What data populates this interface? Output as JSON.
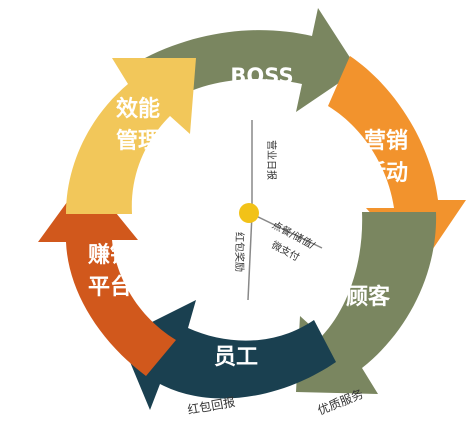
{
  "segments": [
    {
      "id": "boss",
      "lines": [
        "BOSS"
      ],
      "color": "#7a8660"
    },
    {
      "id": "marketing",
      "lines": [
        "营销",
        "活动"
      ],
      "color": "#f2932d"
    },
    {
      "id": "customer",
      "lines": [
        "顾客"
      ],
      "color": "#7a8660"
    },
    {
      "id": "staff",
      "lines": [
        "员工"
      ],
      "color": "#1a4050"
    },
    {
      "id": "earn",
      "lines": [
        "赚钱",
        "平台"
      ],
      "color": "#d1581c"
    },
    {
      "id": "efficiency",
      "lines": [
        "效能",
        "管理"
      ],
      "color": "#f2c75a"
    }
  ],
  "inner_labels": {
    "report": "营业日报",
    "order": "点餐/储值/",
    "pay": "微支付",
    "reward": "红包奖励"
  },
  "outer_labels": {
    "red_packet_report": "红包回报",
    "quality_service": "优质服务"
  },
  "colors": {
    "hub": "#f2c218",
    "spoke": "#888888"
  }
}
